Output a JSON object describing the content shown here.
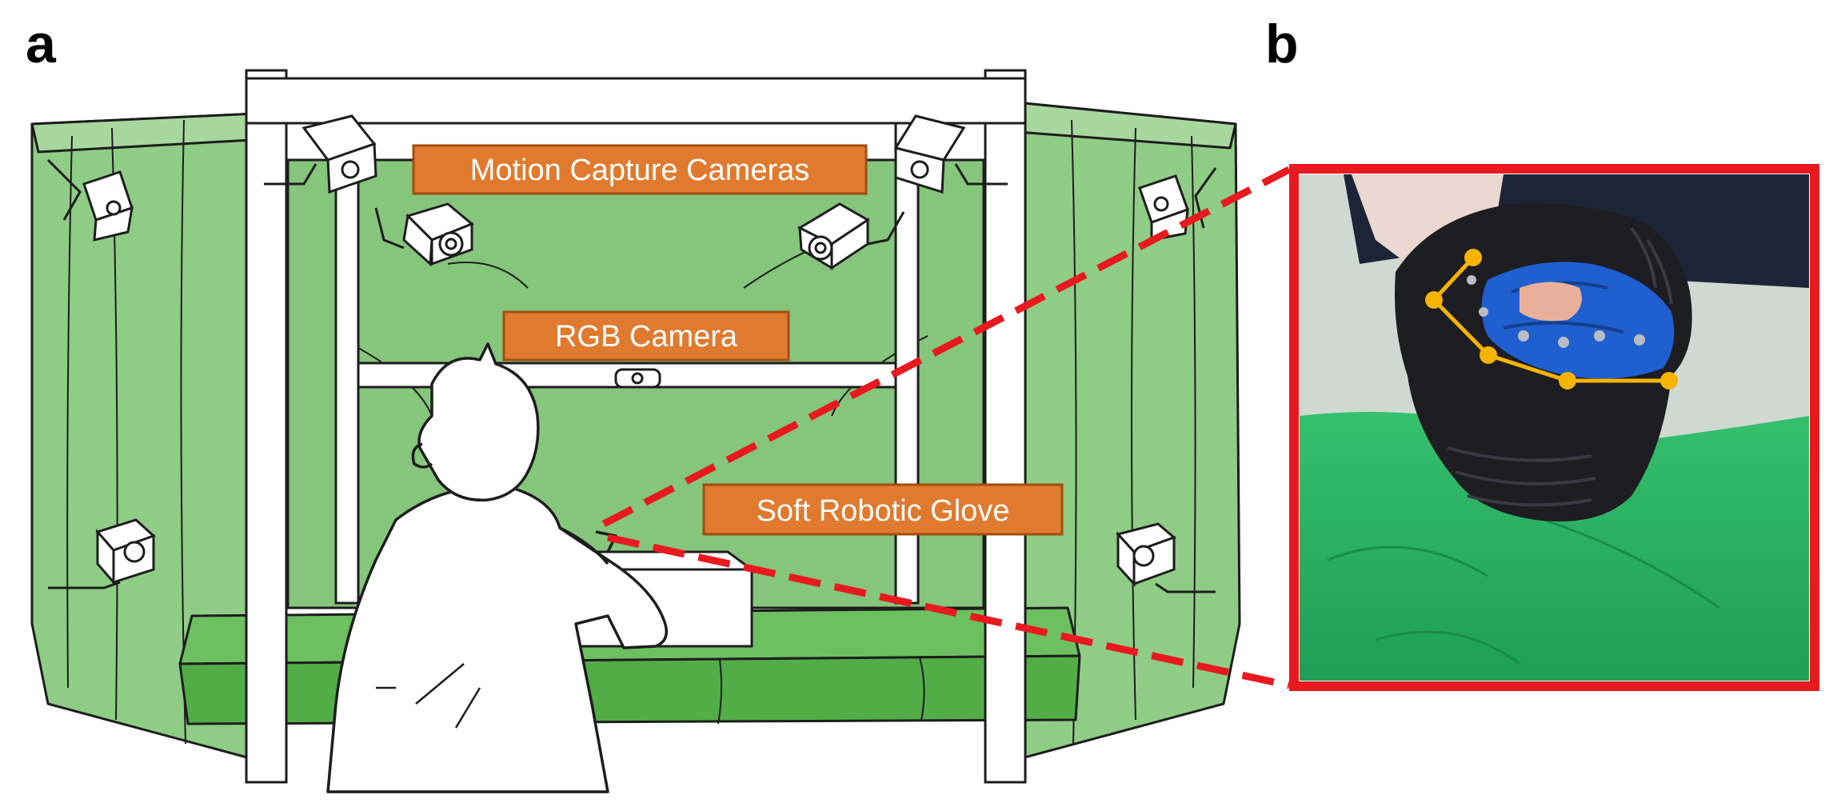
{
  "panels": {
    "left_letter": "a",
    "right_letter": "b"
  },
  "labels": {
    "motion_capture": "Motion Capture Cameras",
    "rgb_camera": "RGB Camera",
    "glove": "Soft Robotic Glove"
  },
  "colors": {
    "callout_fill": "#e07a2e",
    "callout_border": "#a24d10",
    "booth_green": "#8fcc85",
    "booth_dark_green": "#4fae4c",
    "zoom_red": "#e8191f",
    "keypoint_yellow": "#f6b400",
    "photo_green": "#27b062",
    "glove_blue": "#1f5fd0"
  },
  "icons": {
    "camera": "motion-camera-icon",
    "person": "person-figure",
    "keypoint": "keypoint-dot"
  }
}
